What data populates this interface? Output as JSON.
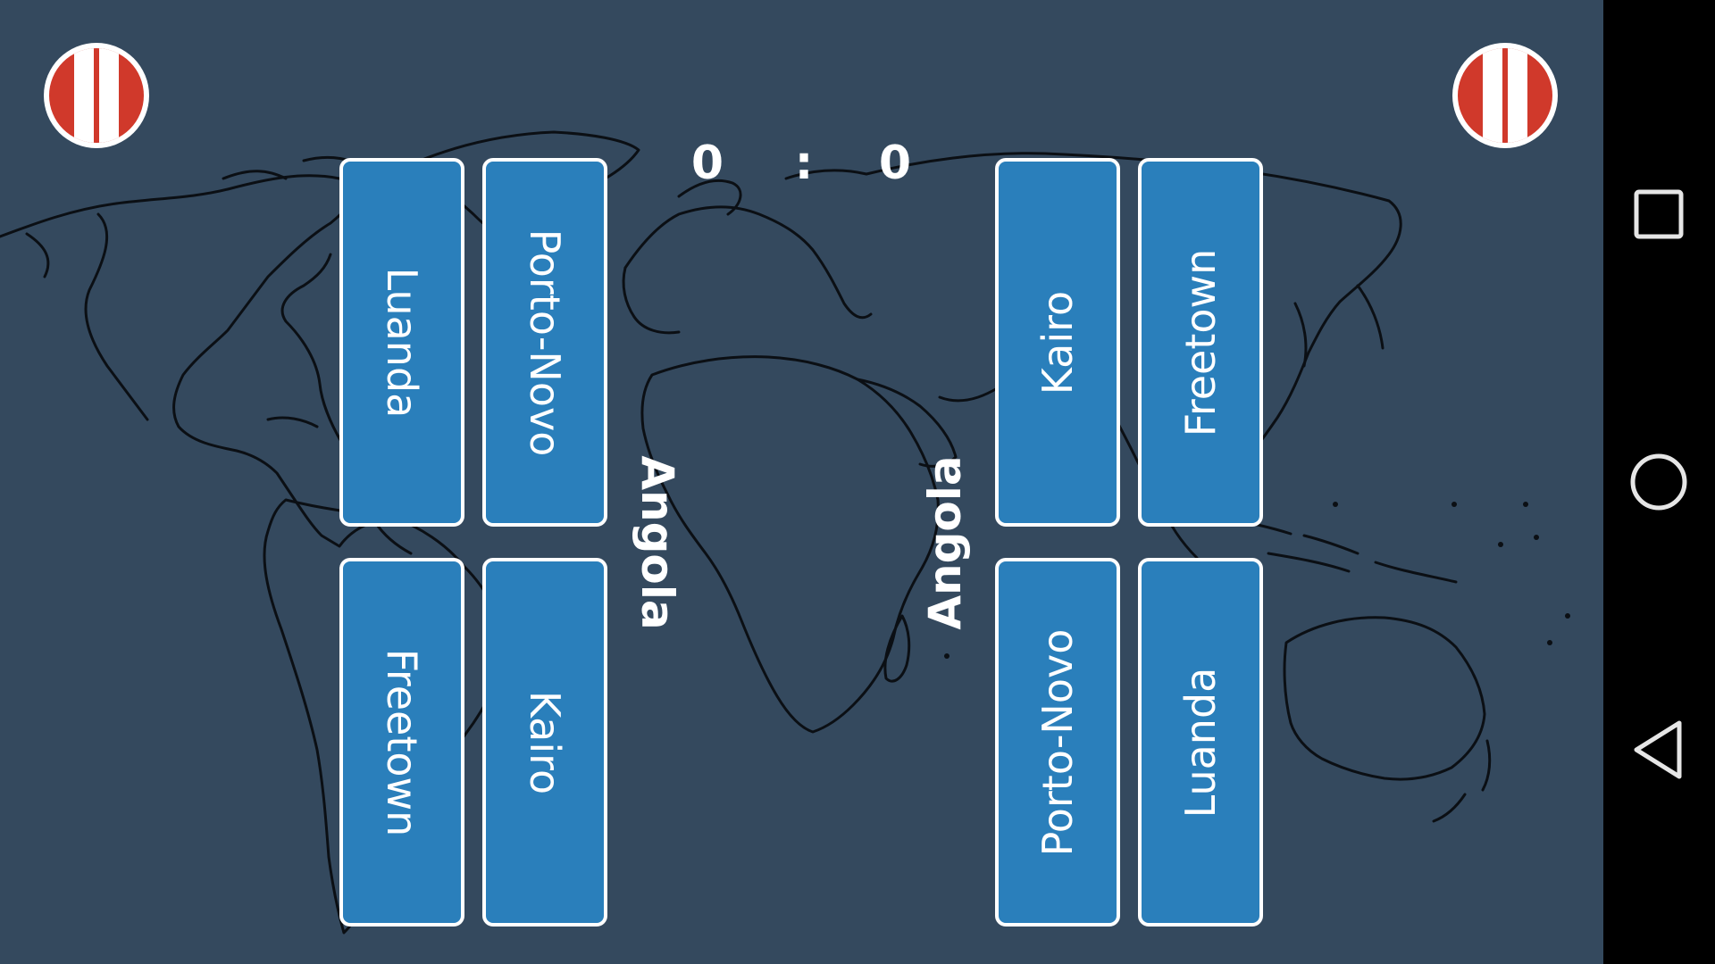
{
  "score": {
    "left": "0",
    "separator": ":",
    "right": "0"
  },
  "prompt": {
    "left": "Angola",
    "right": "Angola"
  },
  "left_player": {
    "tiles": [
      {
        "label": "Luanda"
      },
      {
        "label": "Porto-Novo"
      },
      {
        "label": "Freetown"
      },
      {
        "label": "Kairo"
      }
    ]
  },
  "right_player": {
    "tiles": [
      {
        "label": "Kairo"
      },
      {
        "label": "Freetown"
      },
      {
        "label": "Porto-Novo"
      },
      {
        "label": "Luanda"
      }
    ]
  },
  "icons": {
    "pause": "pause-icon",
    "recents": "square-icon",
    "home": "circle-icon",
    "back": "triangle-icon"
  },
  "colors": {
    "background": "#34495e",
    "tile": "#2a7fbb",
    "tile_border": "#ffffff",
    "pause_red": "#d0392b",
    "nav_bar": "#000000"
  }
}
